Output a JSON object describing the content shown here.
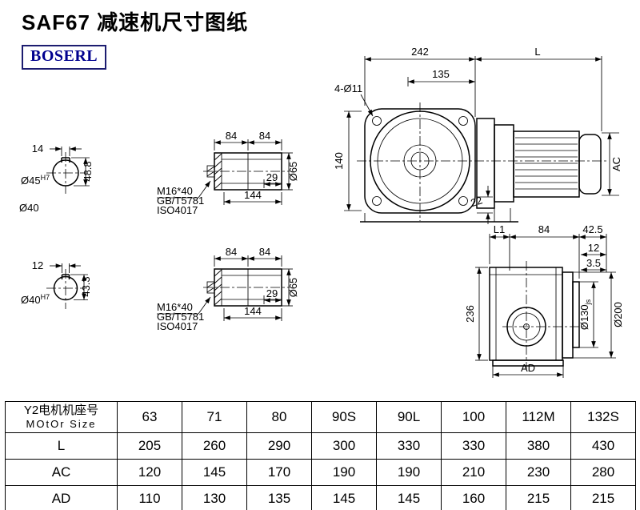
{
  "header": {
    "title": "SAF67 减速机尺寸图纸",
    "logo": "BOSERL"
  },
  "main_view": {
    "dim_242": "242",
    "dim_L": "L",
    "dim_135": "135",
    "holes": "4-Ø11",
    "dim_140": "140",
    "dim_22": "22",
    "dim_AC": "AC"
  },
  "bore_views": {
    "top": {
      "keyway_width": "14",
      "bore": "Ø45",
      "tol": "H7",
      "depth": "48.8"
    },
    "outer": "Ø40",
    "bottom": {
      "keyway_width": "12",
      "bore": "Ø40",
      "tol": "H7",
      "depth": "43.3"
    }
  },
  "shaft_views": {
    "top": {
      "dim_84a": "84",
      "dim_84b": "84",
      "dim_29": "29",
      "dim_144": "144",
      "dia": "Ø65",
      "bolt": "M16*40",
      "standard": "GB/T5781",
      "iso": "ISO4017"
    },
    "bottom": {
      "dim_84a": "84",
      "dim_84b": "84",
      "dim_29": "29",
      "dim_144": "144",
      "dia": "Ø65",
      "bolt": "M16*40",
      "standard": "GB/T5781",
      "iso": "ISO4017"
    }
  },
  "side_view": {
    "dim_L1": "L1",
    "dim_84": "84",
    "dim_42_5": "42.5",
    "dim_12": "12",
    "dim_3_5": "3.5",
    "dim_236": "236",
    "spigot": "Ø130",
    "spigot_tol": "js",
    "flange_od": "Ø200",
    "dim_AD": "AD"
  },
  "table": {
    "header_line1": "Y2电机机座号",
    "header_line2": "MOtOr Size",
    "col_headers": [
      "63",
      "71",
      "80",
      "90S",
      "90L",
      "100",
      "112M",
      "132S"
    ],
    "rows": [
      {
        "label": "L",
        "values": [
          "205",
          "260",
          "290",
          "300",
          "330",
          "330",
          "380",
          "430"
        ]
      },
      {
        "label": "AC",
        "values": [
          "120",
          "145",
          "170",
          "190",
          "190",
          "210",
          "230",
          "280"
        ]
      },
      {
        "label": "AD",
        "values": [
          "110",
          "130",
          "135",
          "145",
          "145",
          "160",
          "215",
          "215"
        ]
      }
    ]
  }
}
